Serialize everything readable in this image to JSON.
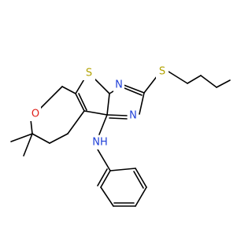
{
  "molecule": {
    "atoms": [
      {
        "id": "S_thio",
        "symbol": "S",
        "color": "#b2a200"
      },
      {
        "id": "S_thioether",
        "symbol": "S",
        "color": "#b2a200"
      },
      {
        "id": "N_top",
        "symbol": "N",
        "color": "#2040d8"
      },
      {
        "id": "N_mid",
        "symbol": "N",
        "color": "#2040d8"
      },
      {
        "id": "O_ring",
        "symbol": "O",
        "color": "#e0201a"
      },
      {
        "id": "NH",
        "symbol": "NH",
        "color": "#2040d8"
      }
    ]
  }
}
